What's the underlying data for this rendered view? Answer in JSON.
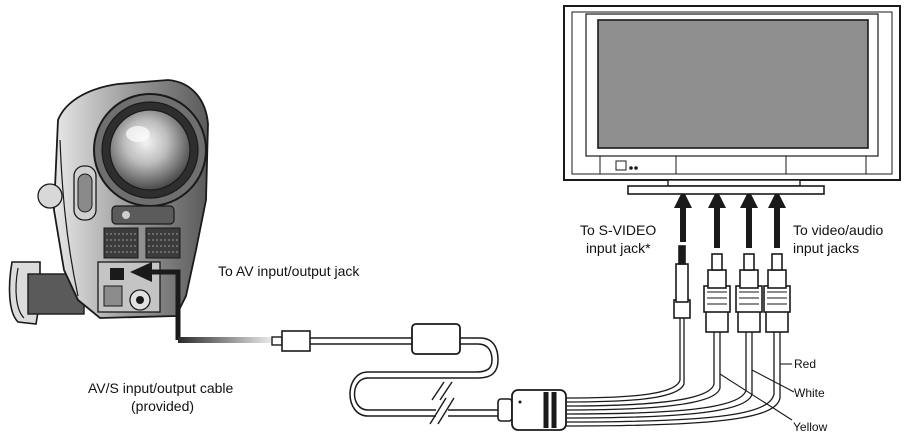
{
  "labels": {
    "av_jack": "To AV input/output jack",
    "cable_line1": "AV/S input/output cable",
    "cable_line2": "(provided)",
    "svideo_line1": "To S-VIDEO",
    "svideo_line2": "input jack*",
    "video_audio_line1": "To video/audio",
    "video_audio_line2": "input jacks",
    "red": "Red",
    "white": "White",
    "yellow": "Yellow"
  },
  "colors": {
    "line": "#1a1a1a",
    "screen": "#8f8f8f",
    "body_dark": "#3a3a3a",
    "body_mid": "#7a7a7a"
  }
}
